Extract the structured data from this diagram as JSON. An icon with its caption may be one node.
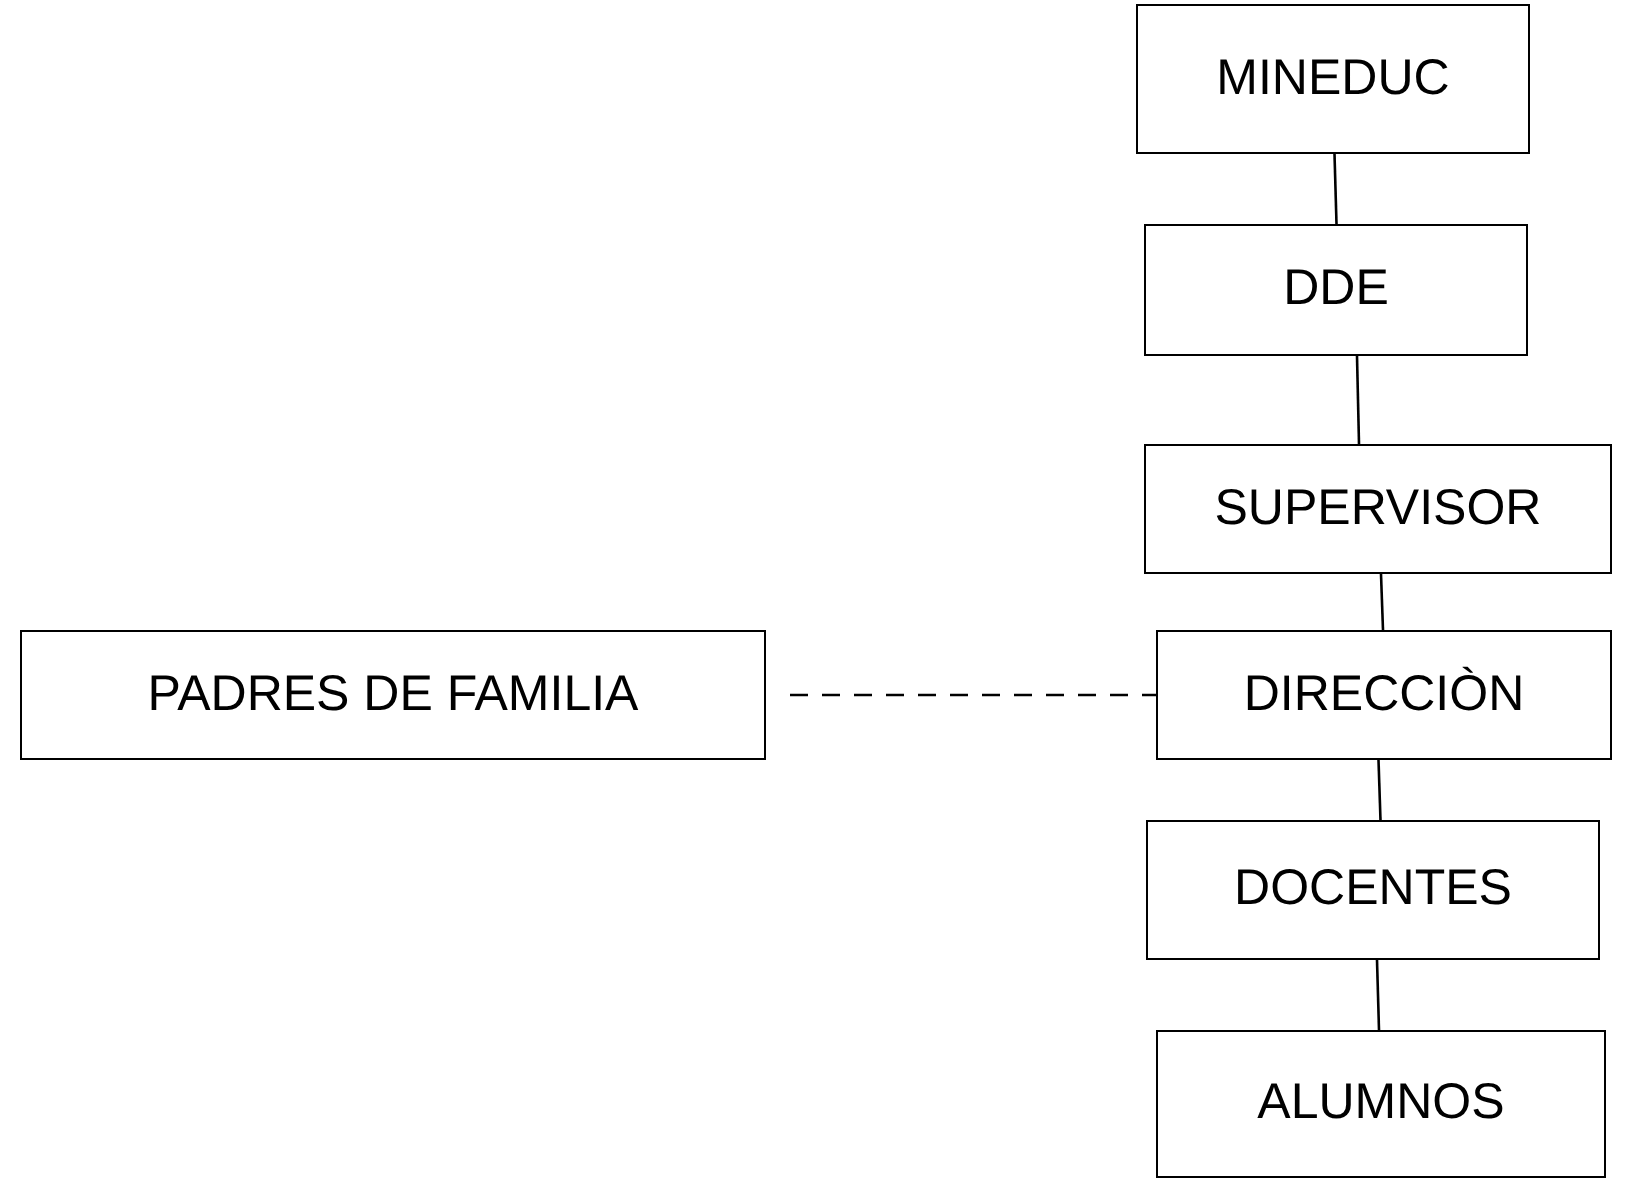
{
  "diagram": {
    "nodes": [
      {
        "text": [
          "MINEDUC"
        ]
      },
      {
        "text": [
          "DDE"
        ]
      },
      {
        "text": [
          "SUPERVISOR"
        ]
      },
      {
        "text": [
          "PADRES DE FAMILIA"
        ]
      },
      {
        "text": [
          "DIRECCIÒN"
        ]
      },
      {
        "text": [
          "DOCENTES"
        ]
      },
      {
        "text": [
          "ALUMNOS"
        ]
      }
    ],
    "edges": [
      {
        "from": 0,
        "to": 1,
        "arrow": "none"
      },
      {
        "from": 1,
        "to": 2,
        "arrow": "none"
      },
      {
        "from": 2,
        "to": 4,
        "arrow": "none"
      },
      {
        "from": 3,
        "to": 4,
        "arrow": "none",
        "style": "dashed"
      },
      {
        "from": 4,
        "to": 5,
        "arrow": "none"
      },
      {
        "from": 5,
        "to": 6,
        "arrow": "none"
      }
    ]
  }
}
